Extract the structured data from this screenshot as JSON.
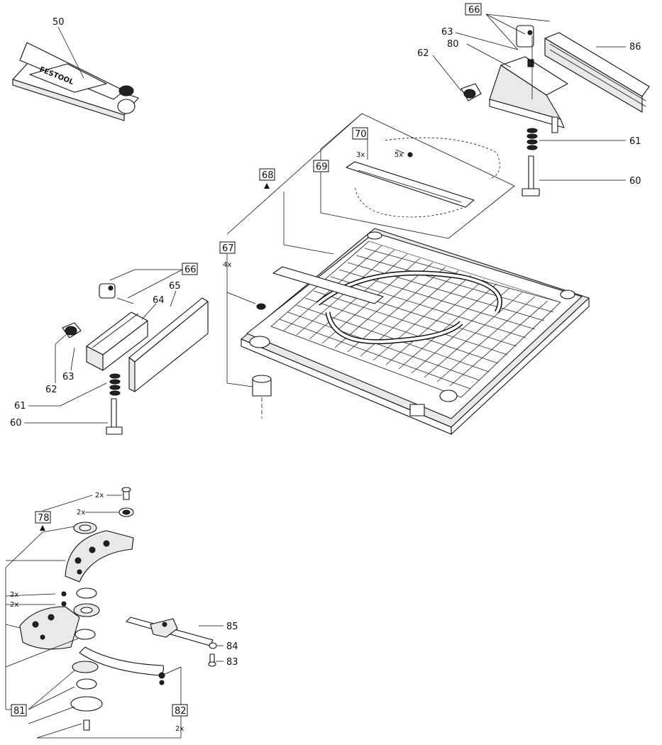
{
  "callouts": {
    "c50": "50",
    "c66_top": "66",
    "c63_top": "63",
    "c80": "80",
    "c62_top": "62",
    "c86": "86",
    "c61_top": "61",
    "c60_top": "60",
    "c70": "70",
    "c3x": "3x",
    "c5x": "5x",
    "c69": "69",
    "c68": "68",
    "c67": "67",
    "c4x": "4x",
    "c66_mid": "66",
    "c65": "65",
    "c64": "64",
    "c62_mid": "62",
    "c63_mid": "63",
    "c61_mid": "61",
    "c60_mid": "60",
    "c2x_a": "2x",
    "c2x_b": "2x",
    "c78": "78",
    "c2x_c": "2x",
    "c2x_d": "2x",
    "c85": "85",
    "c84": "84",
    "c83": "83",
    "c81": "81",
    "c82": "82",
    "c2x_e": "2x"
  },
  "brand_logo_text": "FESTOOL"
}
